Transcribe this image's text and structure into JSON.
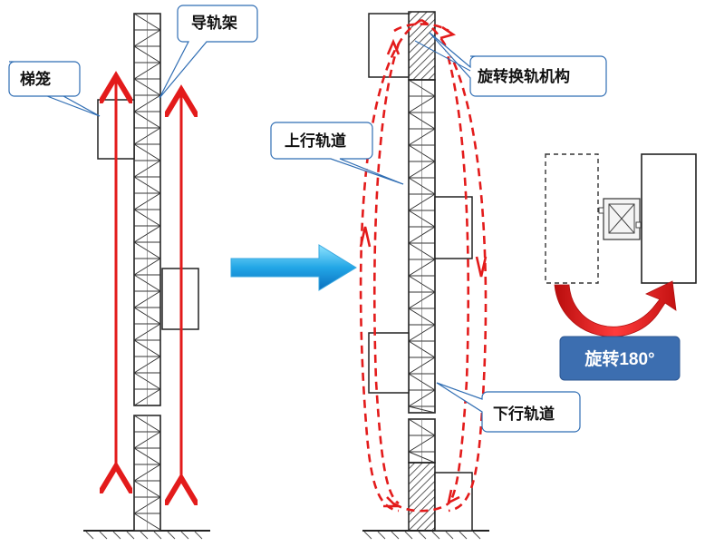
{
  "labels": {
    "cage": "梯笼",
    "guide_rail": "导轨架",
    "rotation_mechanism": "旋转换轨机构",
    "up_track": "上行轨道",
    "down_track": "下行轨道",
    "rotate_180": "旋转180°"
  },
  "colors": {
    "motion_arrow": "#e31b1b",
    "callout_border": "#2f6db3",
    "rotate_box": "#3c6eb0",
    "transition_arrow": "#1e8fd8",
    "mast": "#222222"
  }
}
